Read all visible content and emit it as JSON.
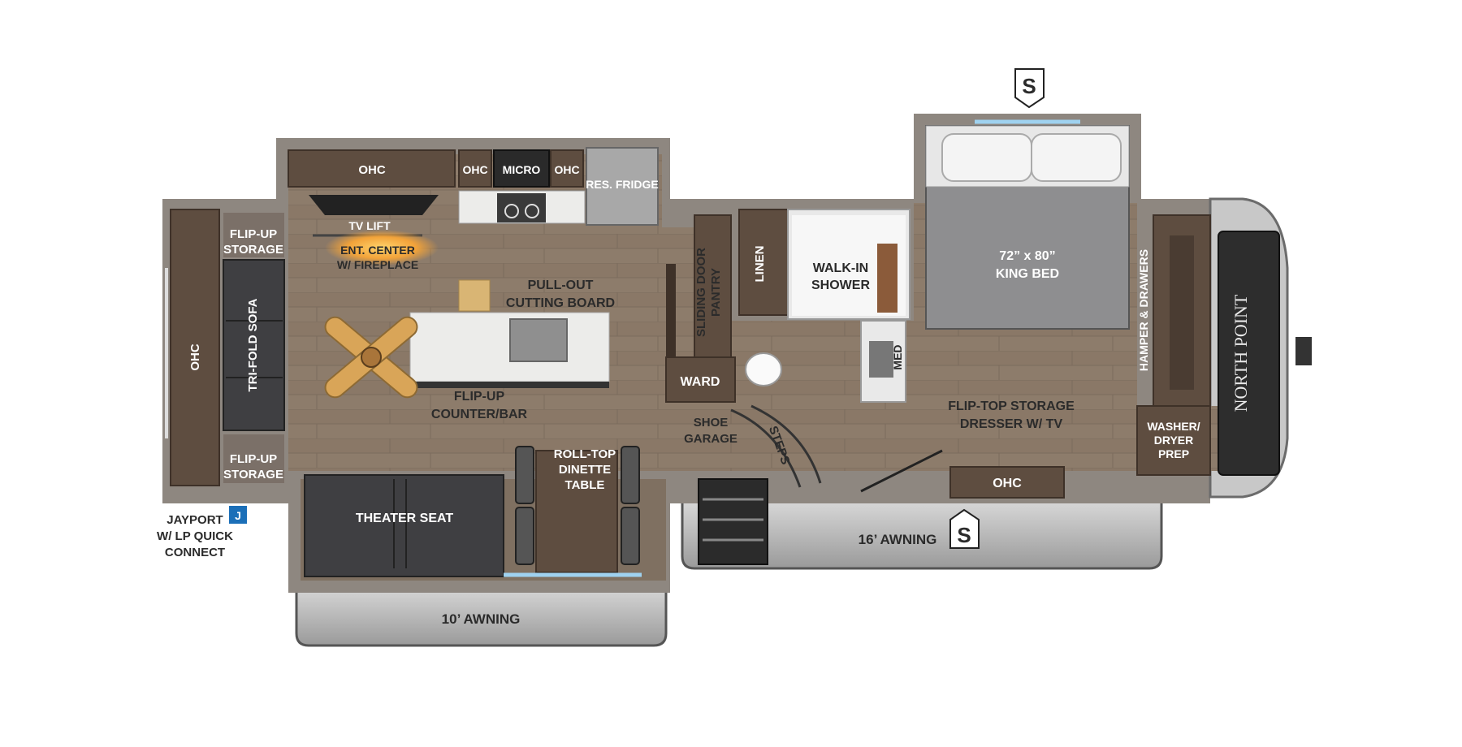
{
  "brand": "NORTH POINT",
  "markers": {
    "slideout": "S",
    "jayport": "J"
  },
  "labels": {
    "ohc_top": "OHC",
    "ohc_small_left": "OHC",
    "micro": "MICRO",
    "ohc_small_right": "OHC",
    "res_fridge": "RES. FRIDGE",
    "tv_lift": "TV LIFT",
    "ent_center_1": "ENT. CENTER",
    "ent_center_2": "W/ FIREPLACE",
    "flip_up_storage_top_1": "FLIP-UP",
    "flip_up_storage_top_2": "STORAGE",
    "tri_fold_sofa": "TRI-FOLD SOFA",
    "ohc_left": "OHC",
    "flip_up_storage_bottom_1": "FLIP-UP",
    "flip_up_storage_bottom_2": "STORAGE",
    "pull_out_1": "PULL-OUT",
    "pull_out_2": "CUTTING BOARD",
    "flip_up_counter_1": "FLIP-UP",
    "flip_up_counter_2": "COUNTER/BAR",
    "sliding_door_1": "SLIDING DOOR",
    "sliding_door_2": "PANTRY",
    "ward": "WARD",
    "linen": "LINEN",
    "walk_in_1": "WALK-IN",
    "walk_in_2": "SHOWER",
    "med": "MED",
    "shoe_garage_1": "SHOE",
    "shoe_garage_2": "GARAGE",
    "steps": "STEPS",
    "king_bed_1": "72” x 80”",
    "king_bed_2": "KING BED",
    "hamper": "HAMPER & DRAWERS",
    "washer_1": "WASHER/",
    "washer_2": "DRYER",
    "washer_3": "PREP",
    "flip_top_1": "FLIP-TOP STORAGE",
    "flip_top_2": "DRESSER W/ TV",
    "ohc_bottom": "OHC",
    "roll_top_1": "ROLL-TOP",
    "roll_top_2": "DINETTE",
    "roll_top_3": "TABLE",
    "theater_seat": "THEATER SEAT",
    "awning_16": "16’ AWNING",
    "awning_10": "10’ AWNING",
    "jayport_1": "JAYPORT",
    "jayport_2": "W/ LP QUICK",
    "jayport_3": "CONNECT"
  },
  "colors": {
    "floor": "#8b7a6a",
    "wall": "#8e8780",
    "cabinet": "#5e4d40",
    "counter": "#ececea",
    "bed": "#8e8e90",
    "fireplace": "#f2a33a",
    "jayport": "#1b6fb8"
  }
}
